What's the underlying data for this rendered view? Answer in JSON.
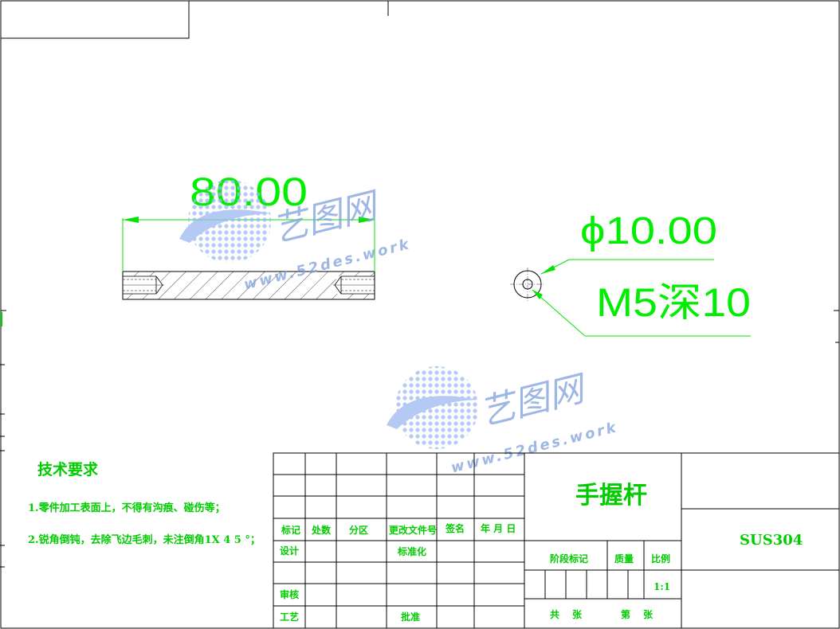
{
  "drawing": {
    "length_dim": "80.00",
    "diameter_dim": "ϕ10.00",
    "thread_note": "M5深10"
  },
  "tech_requirements": {
    "title": "技术要求",
    "items": [
      "1.零件加工表面上，不得有沟痕、碰伤等；",
      "2.锐角倒钝，去除飞边毛刺，未注倒角1X 4 5 °；"
    ]
  },
  "title_block": {
    "part_name": "手握杆",
    "material": "SUS304",
    "header_cells": [
      "标记",
      "处数",
      "分区",
      "更改文件号",
      "签名",
      "年 月 日"
    ],
    "design": "设计",
    "standardize": "标准化",
    "review": "审核",
    "process": "工艺",
    "approve": "批准",
    "stage_mark": "阶段标记",
    "weight": "质量",
    "scale_label": "比例",
    "scale_value": "1:1",
    "total": "共",
    "sheets": "张",
    "sheet_no": "第",
    "sheets2": "张"
  },
  "watermark": {
    "brand": "艺图网",
    "url": "www.52des.work"
  },
  "colors": {
    "dimension": "#00e600",
    "outline": "#000000",
    "watermark": "#7f9fdc"
  }
}
